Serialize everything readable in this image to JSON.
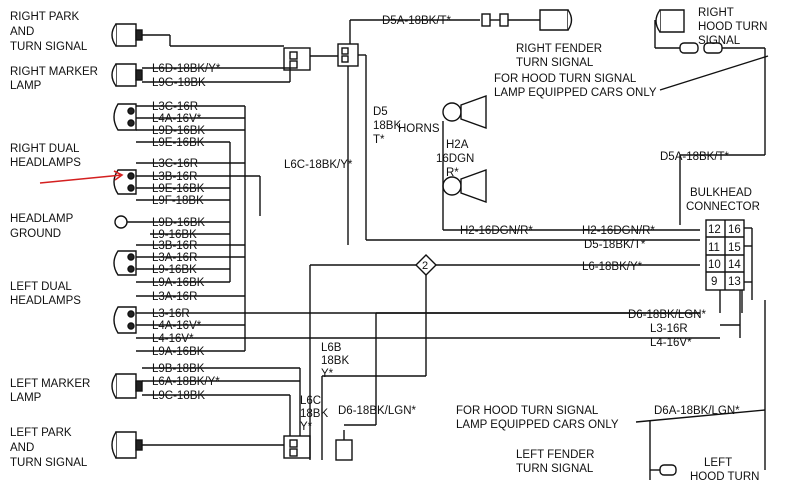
{
  "accent_color": "#d42020",
  "components": {
    "right_park": [
      "RIGHT PARK",
      "AND",
      "TURN SIGNAL"
    ],
    "right_marker": [
      "RIGHT MARKER",
      "LAMP"
    ],
    "right_dual_headlamps": [
      "RIGHT DUAL",
      "HEADLAMPS"
    ],
    "headlamp_ground": [
      "HEADLAMP",
      "GROUND"
    ],
    "left_dual_headlamps": [
      "LEFT DUAL",
      "HEADLAMPS"
    ],
    "left_marker": [
      "LEFT MARKER",
      "LAMP"
    ],
    "left_park": [
      "LEFT PARK",
      "AND",
      "TURN SIGNAL"
    ],
    "right_fender": [
      "RIGHT FENDER",
      "TURN SIGNAL"
    ],
    "right_hood": [
      "RIGHT",
      "HOOD TURN",
      "SIGNAL"
    ],
    "horns": "HORNS",
    "bulkhead": [
      "BULKHEAD",
      "CONNECTOR"
    ],
    "left_fender": [
      "LEFT FENDER",
      "TURN SIGNAL"
    ],
    "left_hood": [
      "LEFT",
      "HOOD TURN"
    ],
    "hood_note_top": [
      "FOR HOOD TURN SIGNAL",
      "LAMP EQUIPPED CARS ONLY"
    ],
    "hood_note_bottom": [
      "FOR HOOD TURN SIGNAL",
      "LAMP EQUIPPED CARS ONLY"
    ]
  },
  "wires": {
    "left_column": [
      "L6D-18BK/Y*",
      "L9G-18BK",
      "L3C-16R",
      "L4A-16V*",
      "L9D-16BK",
      "L9E-16BK",
      "L3C-16R",
      "L3B-16R",
      "L9E-16BK",
      "L9F-18BK",
      "L9D-16BK",
      "L9-16BK",
      "L3B-16R",
      "L3A-16R",
      "L9-16BK",
      "L9A-16BK",
      "L3A-16R",
      "L3-16R",
      "L4A-16V*",
      "L4-16V*",
      "L9A-16BK",
      "L9B-18BK",
      "L6A-18BK/Y*",
      "L9C-18BK"
    ],
    "d5a_top": "D5A-18BK/T*",
    "d5_vertical": [
      "D5",
      "18BK",
      "T*"
    ],
    "l6c_mid": "L6C-18BK/Y*",
    "h2a": [
      "H2A",
      "16DGN",
      "R*"
    ],
    "d5a_right": "D5A-18BK/T*",
    "h2": "H2-16DGN/R*",
    "h2_right": "H2-16DGN/R*",
    "d5": "D5-18BK/T*",
    "l6": "L6-18BK/Y*",
    "d6_right": "D6-18BK/LGN*",
    "l3": "L3-16R",
    "l4": "L4-16V*",
    "l6b": [
      "L6B",
      "18BK",
      "Y*"
    ],
    "l6c_low": [
      "L6C",
      "18BK",
      "Y*"
    ],
    "d6_low": "D6-18BK/LGN*",
    "d6a": "D6A-18BK/LGN*",
    "splice_number": "2"
  },
  "bulkhead_pins": [
    "12",
    "16",
    "11",
    "15",
    "10",
    "14",
    "9",
    "13"
  ]
}
